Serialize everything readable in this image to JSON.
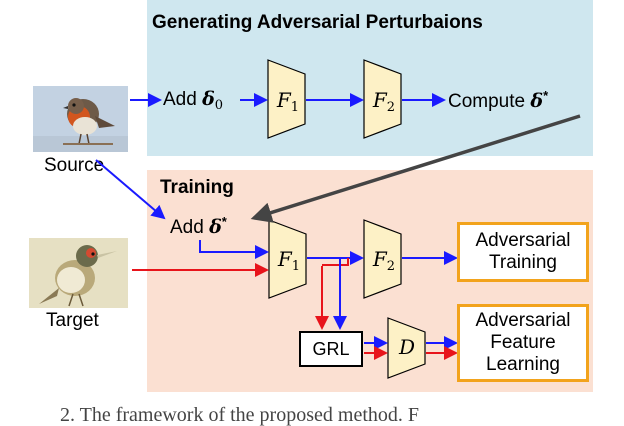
{
  "panels": {
    "top_title": "Generating Adversarial Perturbaions",
    "bottom_title": "Training"
  },
  "images": {
    "source_label": "Source",
    "target_label": "Target"
  },
  "nodes": {
    "add_delta0_text": "Add",
    "delta0_symbol": "δ",
    "delta0_sub": "0",
    "f1_top": "F",
    "f1_top_sub": "1",
    "f2_top": "F",
    "f2_top_sub": "2",
    "compute_text": "Compute",
    "delta_star_symbol": "δ",
    "delta_star_sup": "*",
    "add_deltastar_text": "Add",
    "deltastar2_symbol": "δ",
    "deltastar2_sup": "*",
    "f1_bottom": "F",
    "f1_bottom_sub": "1",
    "f2_bottom": "F",
    "f2_bottom_sub": "2",
    "grl": "GRL",
    "d": "D"
  },
  "outputs": {
    "adv_training_line1": "Adversarial",
    "adv_training_line2": "Training",
    "adv_feature_line1": "Adversarial",
    "adv_feature_line2": "Feature",
    "adv_feature_line3": "Learning"
  },
  "caption": "2. The framework of the proposed method. F",
  "colors": {
    "top_panel": "#cfe7ef",
    "bottom_panel": "#fbe0d2",
    "module_fill": "#fdf1c6",
    "output_border": "#f2a31c",
    "blue_arrow": "#1a1aff",
    "red_arrow": "#e8141b",
    "gray_arrow": "#444444"
  }
}
